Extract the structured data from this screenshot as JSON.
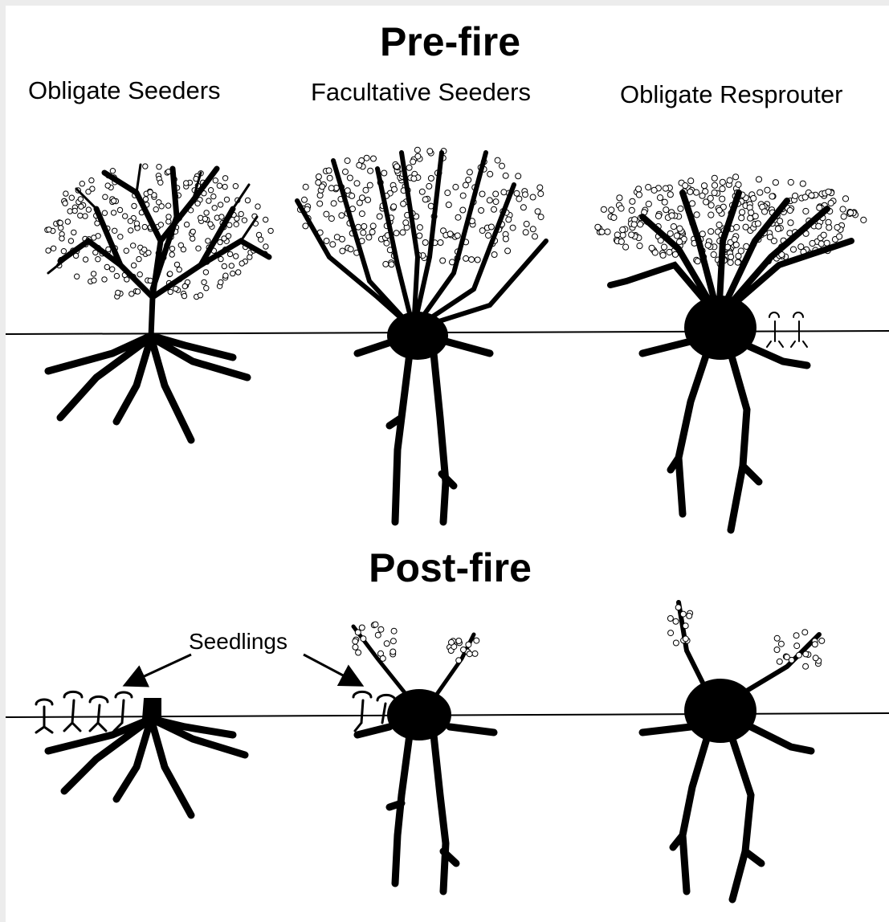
{
  "titles": {
    "pre_fire": "Pre-fire",
    "post_fire": "Post-fire"
  },
  "columns": [
    {
      "label": "Obligate Seeders"
    },
    {
      "label": "Facultative Seeders"
    },
    {
      "label": "Obligate Resprouter"
    }
  ],
  "annotation": {
    "seedlings": "Seedlings"
  },
  "colors": {
    "ink": "#000000",
    "background": "#ffffff"
  }
}
